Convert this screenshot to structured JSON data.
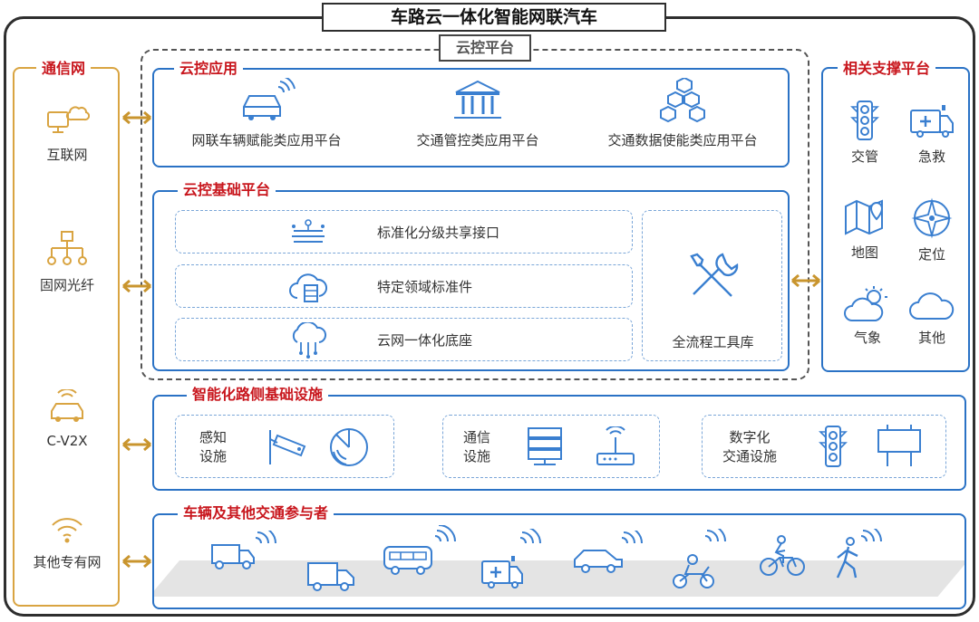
{
  "title": "车路云一体化智能网联汽车",
  "cloud_platform": {
    "label": "云控平台"
  },
  "comm_network": {
    "title": "通信网",
    "items": [
      "互联网",
      "固网光纤",
      "C-V2X",
      "其他专有网"
    ]
  },
  "cloud_apps": {
    "title": "云控应用",
    "items": [
      "网联车辆赋能类应用平台",
      "交通管控类应用平台",
      "交通数据使能类应用平台"
    ]
  },
  "cloud_base": {
    "title": "云控基础平台",
    "rows": [
      "标准化分级共享接口",
      "特定领域标准件",
      "云网一体化底座"
    ],
    "toolbox": "全流程工具库"
  },
  "support": {
    "title": "相关支撑平台",
    "items": [
      "交管",
      "急救",
      "地图",
      "定位",
      "气象",
      "其他"
    ]
  },
  "roadside": {
    "title": "智能化路侧基础设施",
    "groups": [
      {
        "line1": "感知",
        "line2": "设施"
      },
      {
        "line1": "通信",
        "line2": "设施"
      },
      {
        "line1": "数字化",
        "line2": "交通设施"
      }
    ]
  },
  "participants": {
    "title": "车辆及其他交通参与者"
  },
  "colors": {
    "accent_blue": "#2a72c5",
    "title_red": "#c8161d",
    "gold": "#d9a441",
    "icon_blue": "#3a7fd0"
  }
}
